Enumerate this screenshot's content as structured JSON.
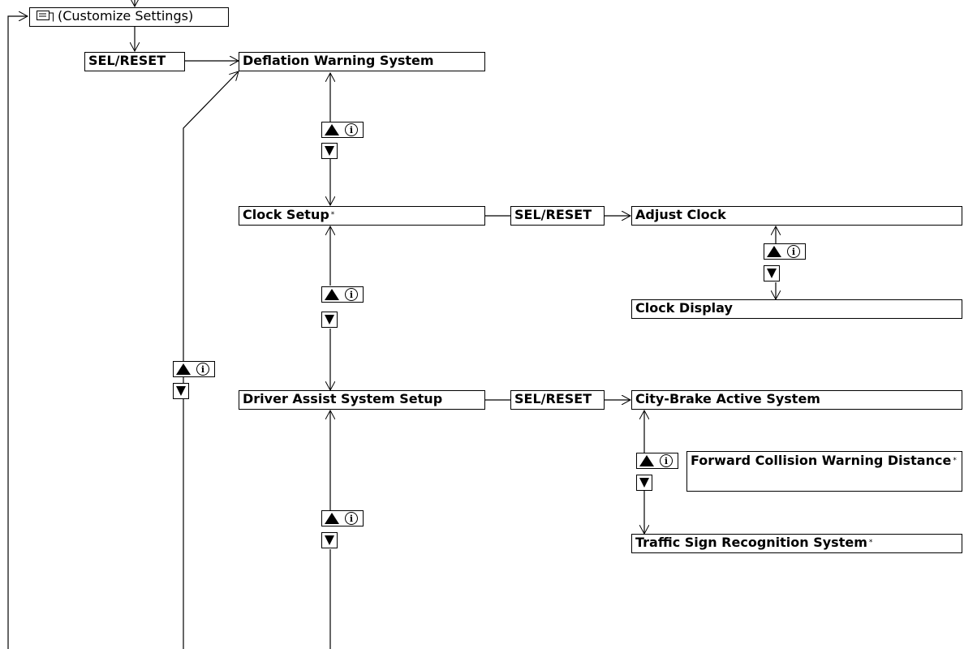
{
  "customize": {
    "label": "(Customize Settings)"
  },
  "menu": {
    "sel_reset": "SEL/RESET",
    "deflation": "Deflation Warning System",
    "clock_setup": "Clock Setup",
    "driver_assist": "Driver Assist System Setup"
  },
  "clock_menu": {
    "sel_reset": "SEL/RESET",
    "adjust_clock": "Adjust Clock",
    "clock_display": "Clock Display"
  },
  "assist_menu": {
    "sel_reset": "SEL/RESET",
    "city_brake": "City-Brake Active System",
    "fcw_distance": "Forward Collision Warning Distance",
    "traffic_sign": "Traffic Sign Recognition System"
  },
  "footnote_mark": "*",
  "icons": {
    "up": "up-triangle-info-icon",
    "down": "down-triangle-icon",
    "menu": "menu-display-icon"
  }
}
